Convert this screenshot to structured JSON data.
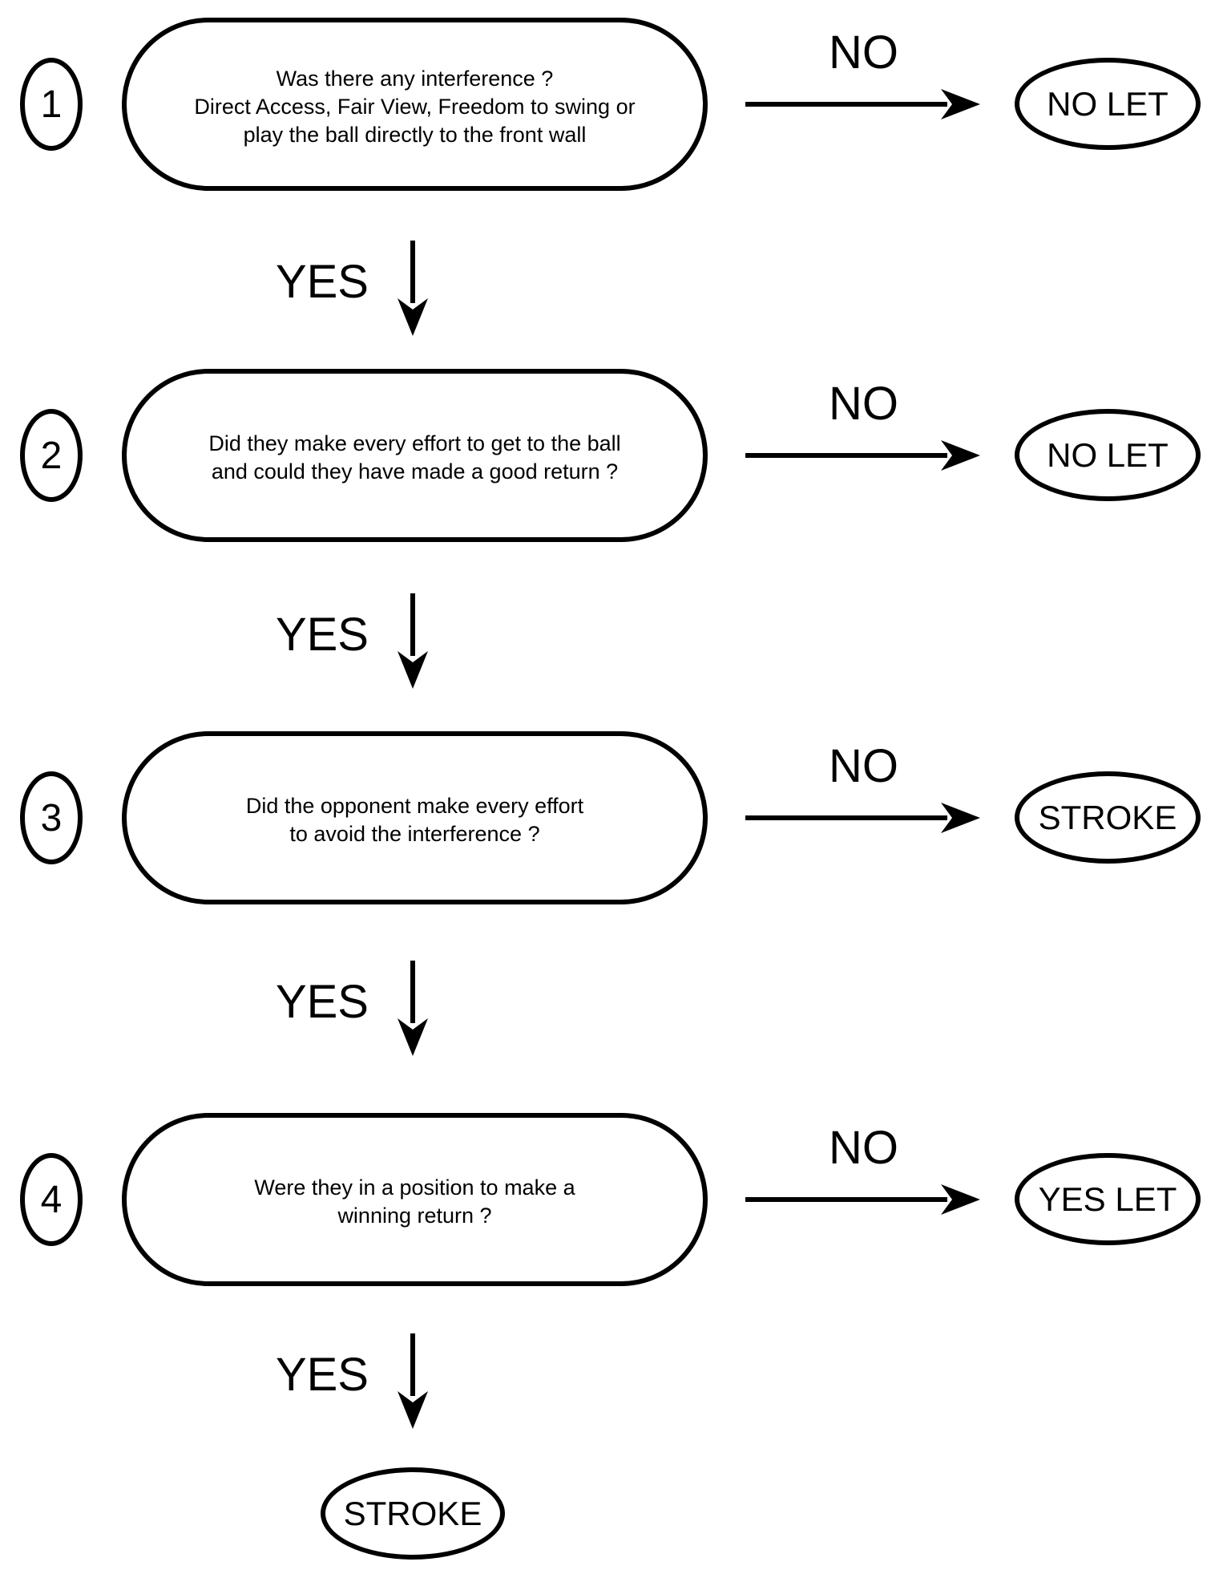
{
  "flowchart": {
    "colors": {
      "ink": "#000000",
      "background": "#ffffff"
    },
    "steps": [
      {
        "number": "1",
        "question": "Was there any interference ?\nDirect Access, Fair View, Freedom to swing or\nplay the ball directly to the front wall",
        "no_label": "NO",
        "no_result": "NO LET",
        "yes_label": "YES"
      },
      {
        "number": "2",
        "question": "Did they make every effort to get to the ball\nand could they have made a good return ?",
        "no_label": "NO",
        "no_result": "NO LET",
        "yes_label": "YES"
      },
      {
        "number": "3",
        "question": "Did the opponent make every effort\nto avoid the interference ?",
        "no_label": "NO",
        "no_result": "STROKE",
        "yes_label": "YES"
      },
      {
        "number": "4",
        "question": "Were they in a position to make a\nwinning return ?",
        "no_label": "NO",
        "no_result": "YES LET",
        "yes_label": "YES"
      }
    ],
    "final_result": "STROKE"
  }
}
